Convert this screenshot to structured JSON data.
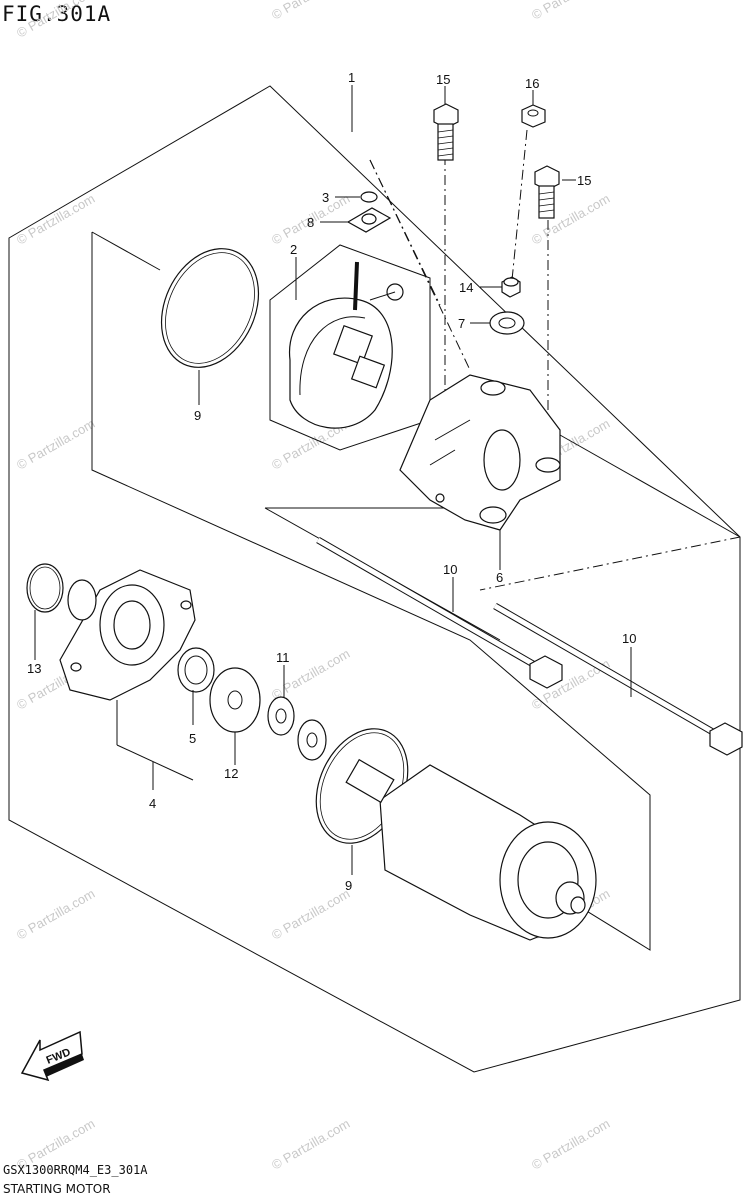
{
  "figure": {
    "title": "FIG.301A"
  },
  "footer": {
    "code": "GSX1300RRQM4_E3_301A",
    "caption": "STARTING MOTOR"
  },
  "fwd_label": "FWD",
  "watermark": "© Partzilla.com",
  "callouts": {
    "c1": "1",
    "c2": "2",
    "c3": "3",
    "c4": "4",
    "c5": "5",
    "c6": "6",
    "c7": "7",
    "c8": "8",
    "c9a": "9",
    "c9b": "9",
    "c10a": "10",
    "c10b": "10",
    "c11": "11",
    "c12": "12",
    "c13": "13",
    "c14": "14",
    "c15a": "15",
    "c15b": "15",
    "c16": "16"
  }
}
